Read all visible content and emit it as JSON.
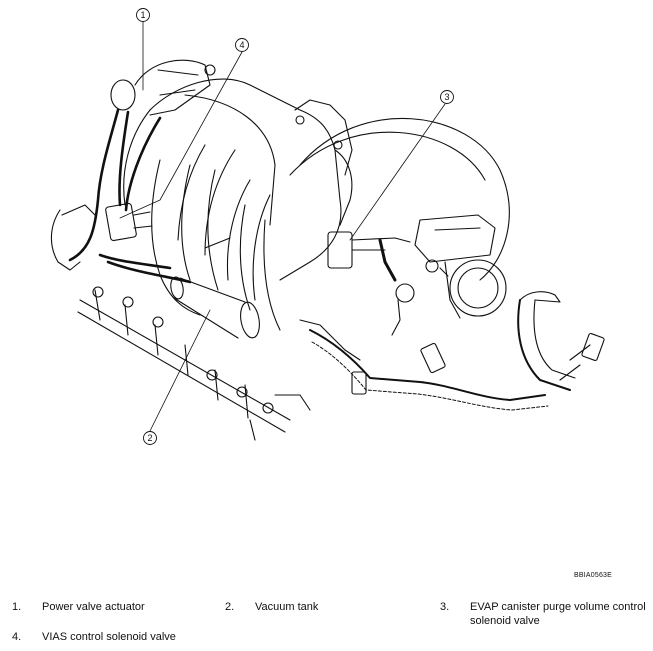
{
  "figure": {
    "code": "BBIA0563E",
    "callouts": [
      {
        "number": "1"
      },
      {
        "number": "2"
      },
      {
        "number": "3"
      },
      {
        "number": "4"
      }
    ]
  },
  "legend": [
    {
      "number": "1.",
      "label": "Power valve actuator"
    },
    {
      "number": "2.",
      "label": "Vacuum tank"
    },
    {
      "number": "3.",
      "label": "EVAP canister purge volume control solenoid valve"
    },
    {
      "number": "4.",
      "label": "VIAS control solenoid valve"
    }
  ],
  "colors": {
    "ink": "#111111",
    "paper": "#ffffff"
  }
}
